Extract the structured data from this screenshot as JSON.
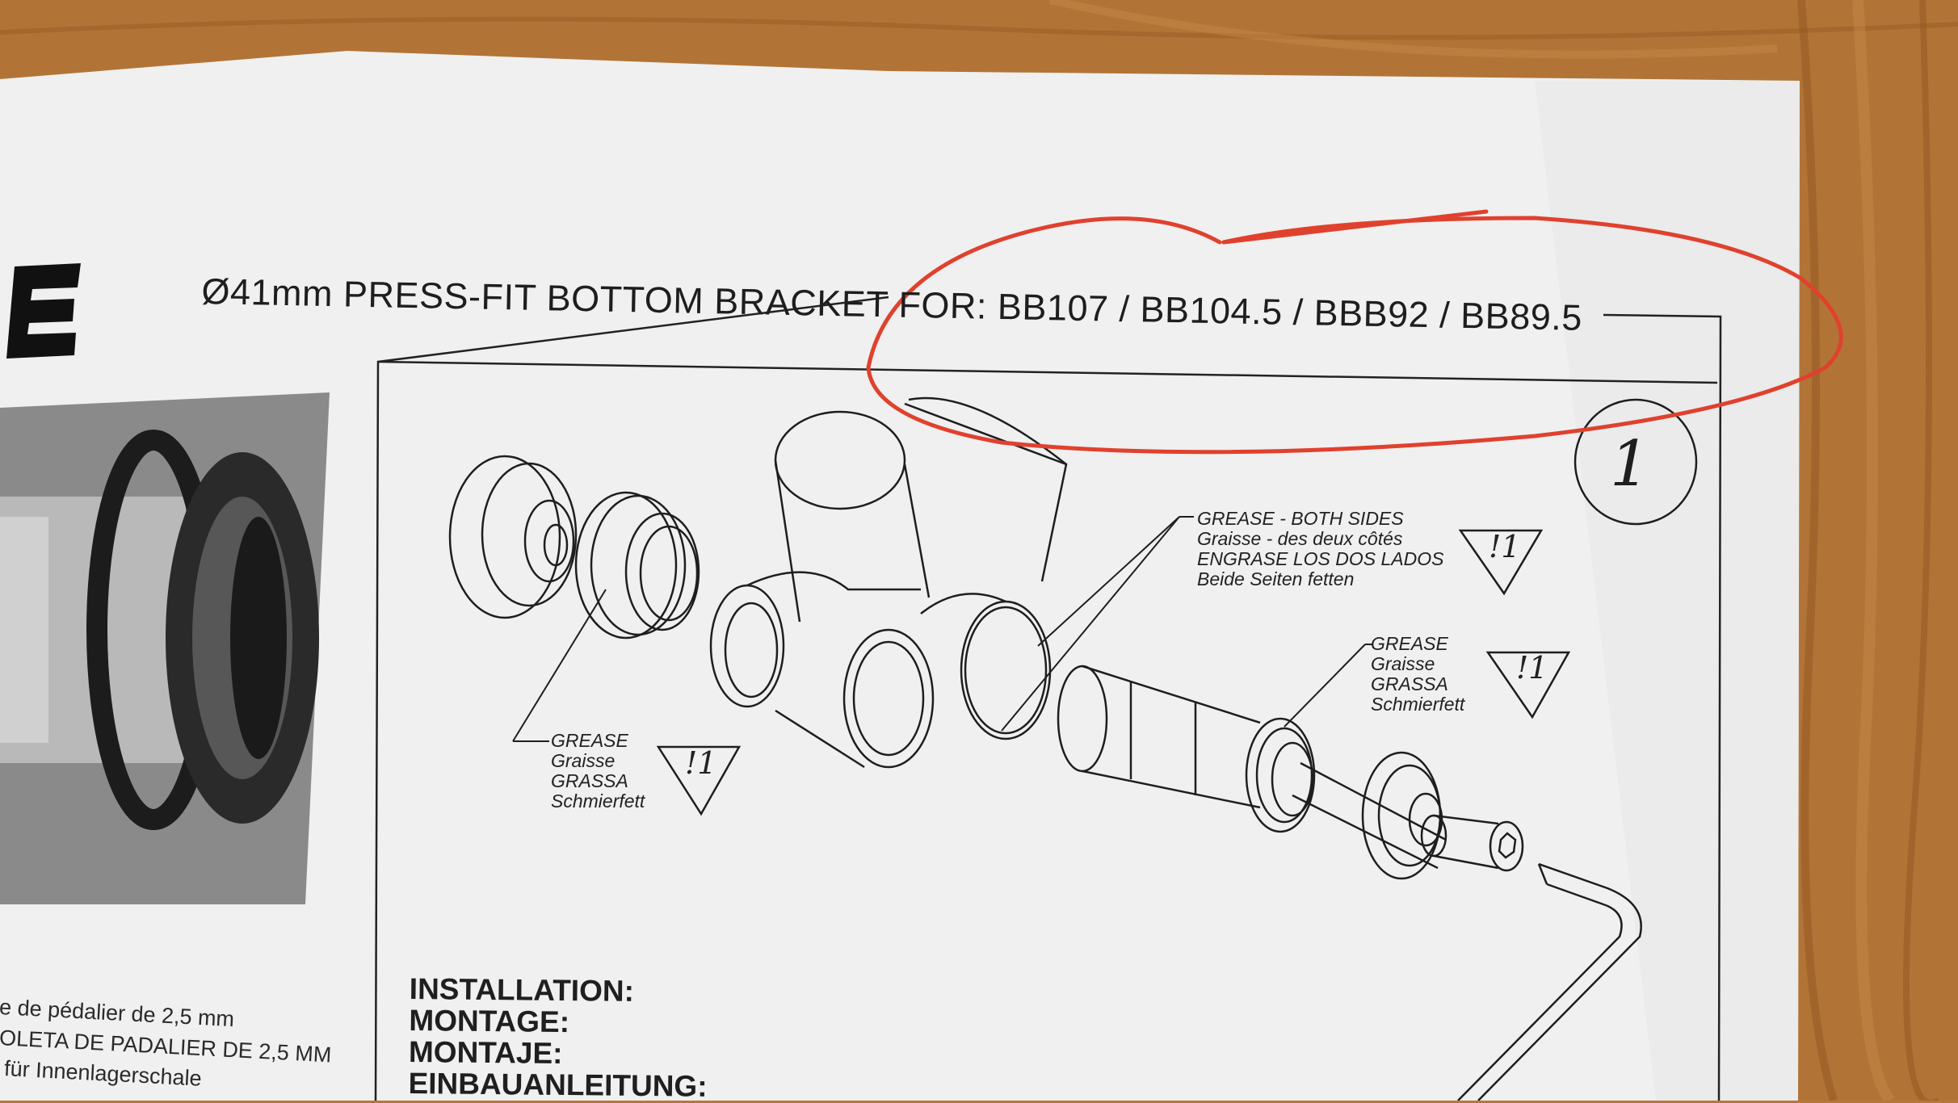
{
  "colors": {
    "paper": "#f1f2f1",
    "wood": "#b5773a",
    "ink": "#1e1e1e",
    "annotation": "#e0412e"
  },
  "icons": [
    "warning-triangle-icon",
    "step-circle-icon",
    "hex-key-icon",
    "logo-fragment"
  ],
  "document": {
    "title": "Ø41mm PRESS-FIT BOTTOM BRACKET FOR: BB107 / BB104.5 / BBB92 / BB89.5",
    "step_number": "1",
    "callouts": [
      {
        "lines": [
          "GREASE - BOTH SIDES",
          "Graisse - des deux côtés",
          "ENGRASE LOS DOS LADOS",
          "Beide Seiten fetten"
        ],
        "warning": "!1"
      },
      {
        "lines": [
          "GREASE",
          "Graisse",
          "GRASSA",
          "Schmierfett"
        ],
        "warning": "!1"
      },
      {
        "lines": [
          "GREASE",
          "Graisse",
          "GRASSA",
          "Schmierfett"
        ],
        "warning": "!1"
      }
    ],
    "installation": [
      "INSTALLATION:",
      "MONTAGE:",
      "MONTAJE:",
      "EINBAUANLEITUNG:"
    ],
    "left_notes": [
      "e de pédalier de 2,5 mm",
      "OLETA DE PADALIER DE 2,5 MM",
      "für Innenlagerschale"
    ]
  }
}
